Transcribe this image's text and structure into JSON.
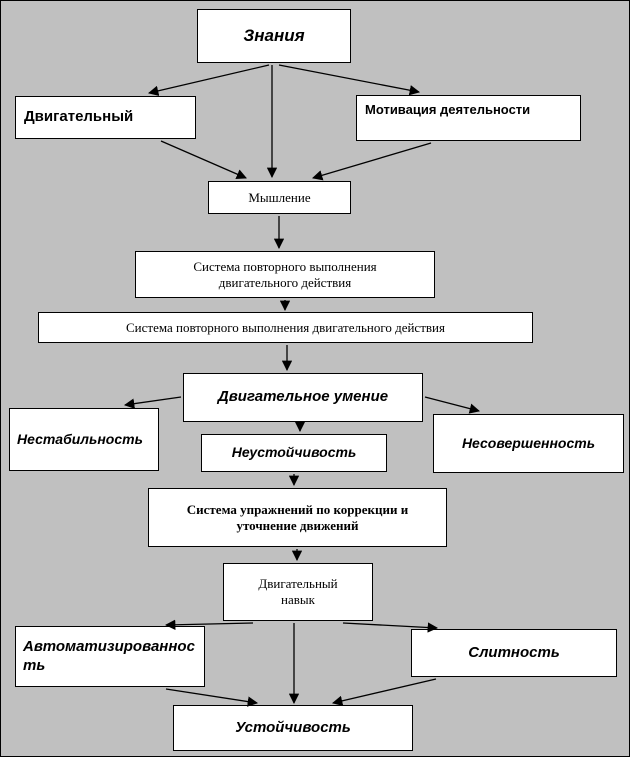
{
  "diagram": {
    "background_color": "#c0c0c0",
    "box_fill_color": "#ffffff",
    "box_border_color": "#000000",
    "arrow_color": "#000000",
    "nodes": {
      "znaniya": {
        "label": "Знания"
      },
      "dvigatelny": {
        "label": "Двигательный"
      },
      "motivatsiya": {
        "label": "Мотивация деятельности"
      },
      "myshlenie": {
        "label": "Мышление"
      },
      "sistema_povtora_2": {
        "label": "Система повторного выполнения\nдвигательного действия"
      },
      "sistema_povtora_wide": {
        "label": "Система повторного выполнения двигательного действия"
      },
      "umenie": {
        "label": "Двигательное умение"
      },
      "nestabilnost": {
        "label": "Нестабильность"
      },
      "neustoichivost": {
        "label": "Неустойчивость"
      },
      "nesovershennost": {
        "label": "Несовершенность"
      },
      "uprazhneniya": {
        "label": "Система упражнений по коррекции и\nуточнение движений"
      },
      "navyk": {
        "label": "Двигательный\nнавык"
      },
      "avtomatizirovannost": {
        "label": "Автоматизированнос\nть"
      },
      "slitnost": {
        "label": "Слитность"
      },
      "ustoichivost": {
        "label": "Устойчивость"
      }
    },
    "edges": [
      {
        "from": "znaniya",
        "to": "dvigatelny"
      },
      {
        "from": "znaniya",
        "to": "myshlenie"
      },
      {
        "from": "znaniya",
        "to": "motivatsiya"
      },
      {
        "from": "dvigatelny",
        "to": "myshlenie"
      },
      {
        "from": "motivatsiya",
        "to": "myshlenie"
      },
      {
        "from": "myshlenie",
        "to": "sistema_povtora_2"
      },
      {
        "from": "sistema_povtora_2",
        "to": "sistema_povtora_wide"
      },
      {
        "from": "sistema_povtora_wide",
        "to": "umenie"
      },
      {
        "from": "umenie",
        "to": "nestabilnost"
      },
      {
        "from": "umenie",
        "to": "neustoichivost"
      },
      {
        "from": "umenie",
        "to": "nesovershennost"
      },
      {
        "from": "neustoichivost",
        "to": "uprazhneniya"
      },
      {
        "from": "uprazhneniya",
        "to": "navyk"
      },
      {
        "from": "navyk",
        "to": "avtomatizirovannost"
      },
      {
        "from": "navyk",
        "to": "slitnost"
      },
      {
        "from": "avtomatizirovannost",
        "to": "ustoichivost"
      },
      {
        "from": "navyk",
        "to": "ustoichivost"
      },
      {
        "from": "slitnost",
        "to": "ustoichivost"
      }
    ]
  }
}
